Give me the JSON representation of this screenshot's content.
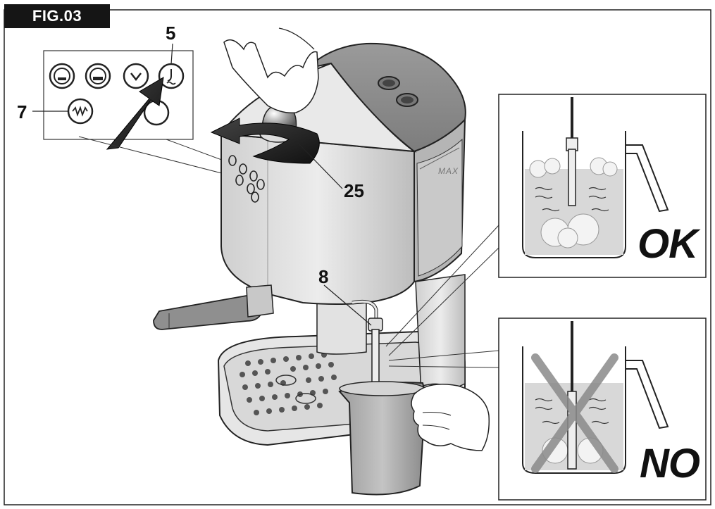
{
  "figure": {
    "label": "FIG.03"
  },
  "callouts": {
    "steam_button": "5",
    "power_button": "7",
    "steam_wand": "8",
    "steam_knob": "25"
  },
  "machine": {
    "tank_label": "MAX"
  },
  "panels": {
    "correct": {
      "verdict": "OK"
    },
    "incorrect": {
      "verdict": "NO"
    }
  }
}
